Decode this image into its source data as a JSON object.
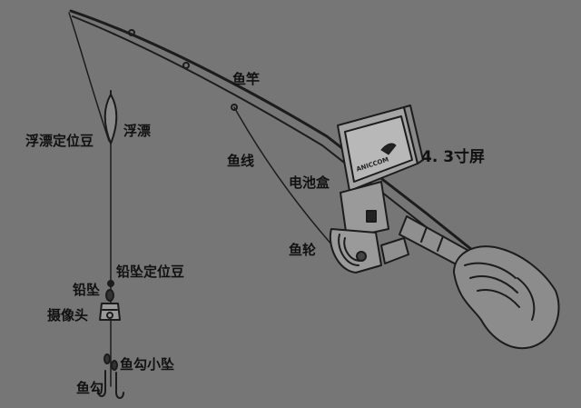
{
  "labels": {
    "rod": "鱼竿",
    "line": "鱼线",
    "screen": "4. 3寸屏",
    "battery_box": "电池盒",
    "reel": "鱼轮",
    "float_stopper": "浮漂定位豆",
    "float": "浮漂",
    "sinker_stopper": "铅坠定位豆",
    "sinker": "铅坠",
    "camera": "摄像头",
    "small_sinker": "鱼勾小坠",
    "hook": "鱼勾"
  },
  "device_brand": "ANICCOM",
  "colors": {
    "background": "#767676",
    "line_art": "#1c1c1c",
    "device_fill": "#9a9a9a",
    "hand_fill": "#8c8c8c"
  }
}
